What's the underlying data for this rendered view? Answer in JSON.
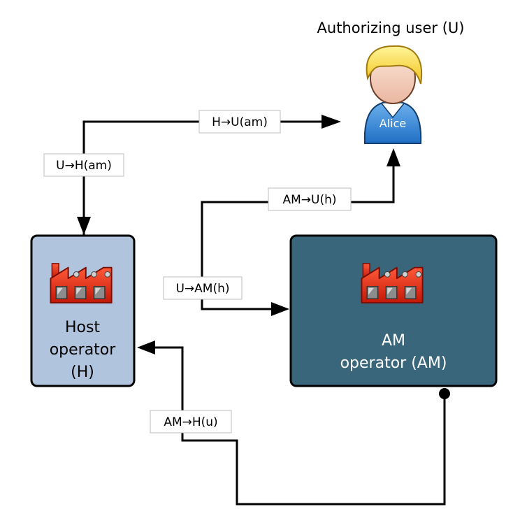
{
  "user": {
    "title": "Authorizing user (U)",
    "avatar_name": "Alice",
    "avatar_icon": "user-avatar-icon"
  },
  "host": {
    "line1": "Host",
    "line2": "operator",
    "line3": "(H)",
    "icon": "factory-icon",
    "fill_color": "#b0c4dd"
  },
  "am": {
    "line1": "AM",
    "line2": "operator (AM)",
    "icon": "factory-icon",
    "fill_color": "#3a667b"
  },
  "labels": {
    "h_to_u": "H→U(am)",
    "u_to_h": "U→H(am)",
    "am_to_u": "AM→U(h)",
    "u_to_am": "U→AM(h)",
    "am_to_h": "AM→H(u)"
  }
}
